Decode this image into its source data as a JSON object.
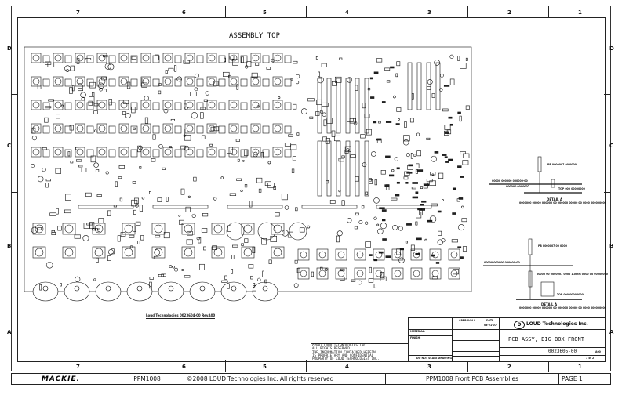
{
  "drawing": {
    "title": "ASSEMBLY TOP",
    "board_label": "Loud Technologies 0023604-00 RevA00",
    "zone_columns": [
      "7",
      "6",
      "5",
      "4",
      "3",
      "2",
      "1"
    ],
    "zone_rows": [
      "D",
      "C",
      "B",
      "A"
    ],
    "detail_top": {
      "label": "DETAIL A",
      "callouts": [
        "PB 0000007 00 0000",
        "00000 000000 000000-00",
        "000000 0000007",
        "TOP 000 00000000"
      ],
      "note": "0000000 00000 000000 00 000000 00000 00 0000 000000000"
    },
    "detail_bottom": {
      "label": "DETAIL A",
      "callouts": [
        "PB 0000007 00 0000",
        "00000 000000 000000-00",
        "00000 00 0000007 0000 1.0mm 0000 00 00000000",
        "TOP 000 00000000"
      ],
      "note": "0000000 00000 000000 00 000000 00000 00 0000 000000000"
    }
  },
  "copyright_box": [
    "©2007 LOUD TECHNOLOGIES INC.",
    "ALL RIGHTS RESERVED",
    "THE INFORMATION CONTAINED HEREIN",
    "IS PROPRIETARY AND CONFIDENTIAL",
    "PROPERTY OF LOUD TECHNOLOGIES INC."
  ],
  "title_block": {
    "approvals": "APPROVALS",
    "date_header": "DATE",
    "date": "03-21-07",
    "material": "MATERIAL:",
    "finish": "FINISH:",
    "do_not_scale": "DO NOT SCALE DRAWING",
    "company": "LOUD Technologies Inc.",
    "title": "PCB ASSY, BIG BOX FRONT",
    "part_number": "0023605-00",
    "rev": "A00",
    "sheet": "1 of 2"
  },
  "footer": {
    "logo": "MACKIE.",
    "model": "PPM1008",
    "copyright": "©2008 LOUD Technologies Inc.  All rights reserved",
    "doc_title": "PPM1008 Front  PCB Assemblies",
    "page": "PAGE 1"
  }
}
